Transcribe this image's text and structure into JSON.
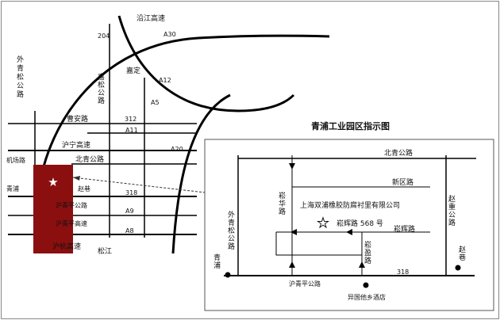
{
  "overview": {
    "labels": {
      "yanjiang": "沿江高速",
      "r204": "204",
      "a30": "A30",
      "waiqingsong": "外青松公路",
      "jiading": "嘉定",
      "jiasong": "嘉松公路",
      "a12": "A12",
      "a5": "A5",
      "caoan": "曹安路",
      "r312": "312",
      "a11": "A11",
      "huning": "沪宁高速",
      "a20": "A20",
      "beiqing": "北青公路",
      "jichang": "机场路",
      "qingpu": "青浦",
      "zhaoxiang": "赵巷",
      "r318": "318",
      "huqingping": "沪青平公路",
      "a9": "A9",
      "huqingping2": "沪青平高速",
      "a8": "A8",
      "huhang": "沪杭高速",
      "songjiang": "松江"
    }
  },
  "inset": {
    "title": "青浦工业园区指示图",
    "labels": {
      "beiqing": "北青公路",
      "xinqu": "新区路",
      "songhua": "崧华路",
      "zhaochong": "赵重公路",
      "waiqingsong": "外青松公路",
      "company": "上海双浦橡胶防腐衬里有限公司",
      "address": "崧辉路 568 号",
      "songhui": "崧辉路",
      "songying": "崧盈路",
      "qingpu": "青浦",
      "zhaoxiang": "赵巷",
      "r318": "318",
      "huqingping": "沪青平公路",
      "hotel": "异国他乡酒店"
    }
  },
  "colors": {
    "road": "#000000",
    "park_fill": "#8b0f0f",
    "frame": "#666666"
  },
  "icons": {
    "location": "star-icon"
  }
}
